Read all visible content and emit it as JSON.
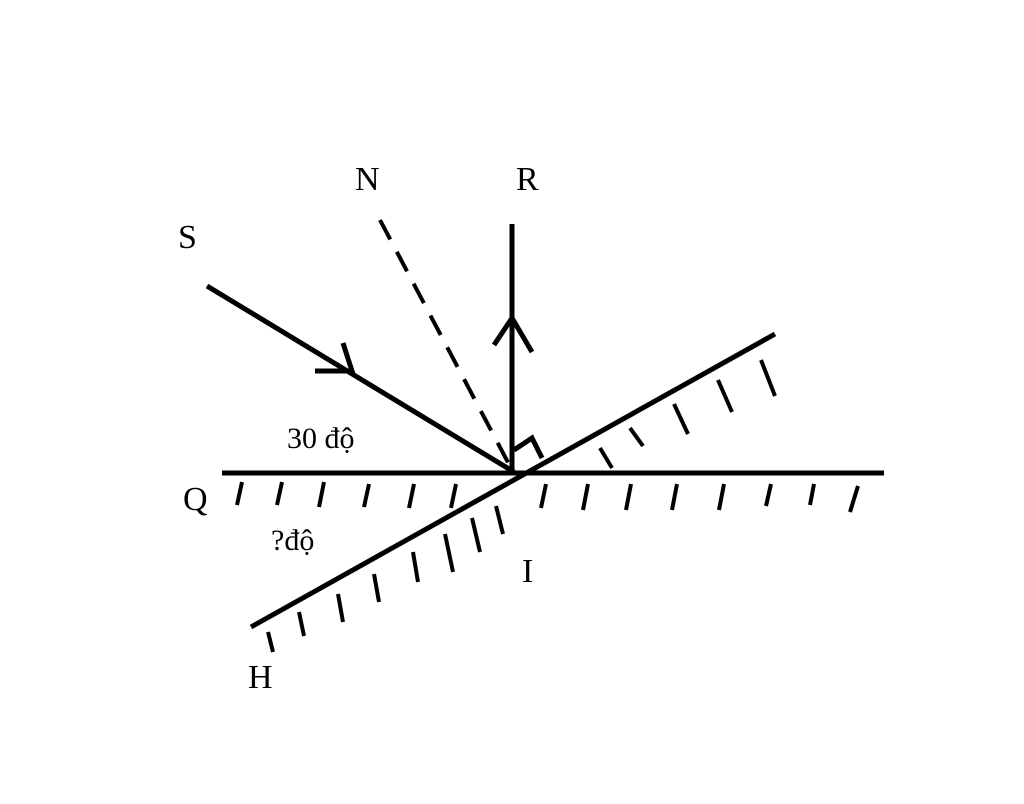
{
  "labels": {
    "source": "S",
    "normal": "N",
    "reflected": "R",
    "mirror_end": "Q",
    "incidence_point": "I",
    "mirror_rotated_end": "H",
    "angle_given": "30 độ",
    "angle_unknown": "?độ"
  },
  "colors": {
    "stroke": "#000000",
    "background": "#ffffff"
  }
}
